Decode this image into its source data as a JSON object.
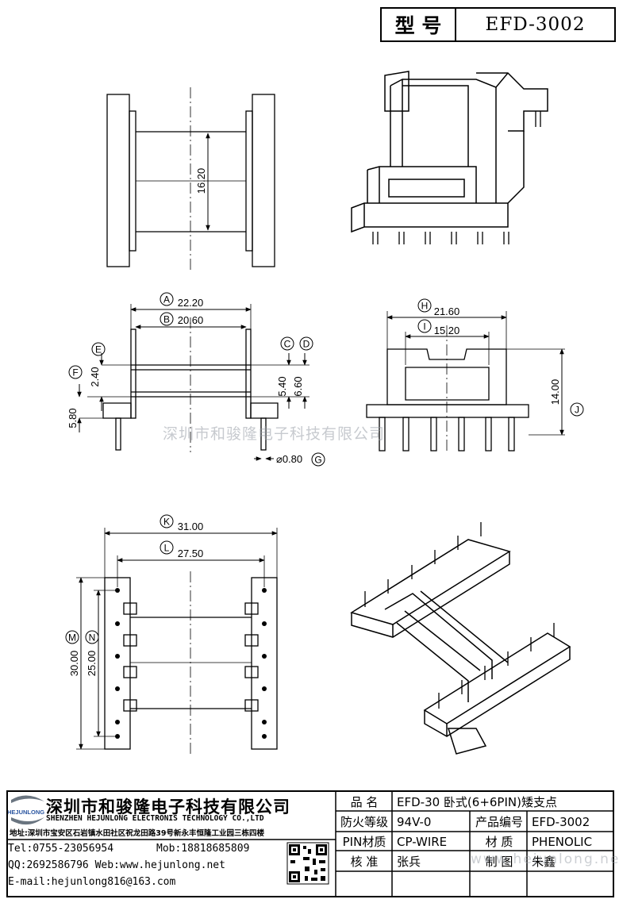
{
  "header": {
    "label": "型 号",
    "model": "EFD-3002"
  },
  "dimensions": {
    "d1620": "16.20",
    "A": {
      "tag": "A",
      "value": "22.20"
    },
    "B": {
      "tag": "B",
      "value": "20.60"
    },
    "C": {
      "tag": "C",
      "value": "5.40"
    },
    "D": {
      "tag": "D",
      "value": "6.60"
    },
    "E": {
      "tag": "E",
      "value": "2.40"
    },
    "F": {
      "tag": "F",
      "value": "5.80"
    },
    "G": {
      "tag": "G",
      "value": "⌀0.80"
    },
    "H": {
      "tag": "H",
      "value": "21.60"
    },
    "I": {
      "tag": "I",
      "value": "15.20"
    },
    "J": {
      "tag": "J",
      "value": "14.00"
    },
    "K": {
      "tag": "K",
      "value": "31.00"
    },
    "L": {
      "tag": "L",
      "value": "27.50"
    },
    "M": {
      "tag": "M",
      "value": "30.00"
    },
    "N": {
      "tag": "N",
      "value": "25.00"
    }
  },
  "watermark": "深圳市和骏隆电子科技有限公司",
  "watermark_url": "www.hejunlong.net",
  "company": {
    "logo_text": "HEJUNLONG",
    "name_zh": "深圳市和骏隆电子科技有限公司",
    "name_en": "SHENZHEN HEJUNLONG ELECTRONIS TECHNOLOGY CO.,LTD",
    "address": "地址:深圳市宝安区石岩镇水田社区祝龙田路39号新永丰恒隆工业园三栋四楼",
    "tel": "Tel:0755-23056954",
    "mob": "Mob:18818685809",
    "qq_web": "QQ:2692586796 Web:www.hejunlong.net",
    "email": "E-mail:hejunlong816@163.com"
  },
  "spec": {
    "name_label": "品 名",
    "name_value": "EFD-30 卧式(6+6PIN)矮支点",
    "fire_label": "防火等级",
    "fire_value": "94V-0",
    "code_label": "产品编号",
    "code_value": "EFD-3002",
    "pin_label": "PIN材质",
    "pin_value": "CP-WIRE",
    "mat_label": "材 质",
    "mat_value": "PHENOLIC",
    "check_label": "核 准",
    "check_value": "张兵",
    "draw_label": "制 图",
    "draw_value": "朱鑫"
  }
}
